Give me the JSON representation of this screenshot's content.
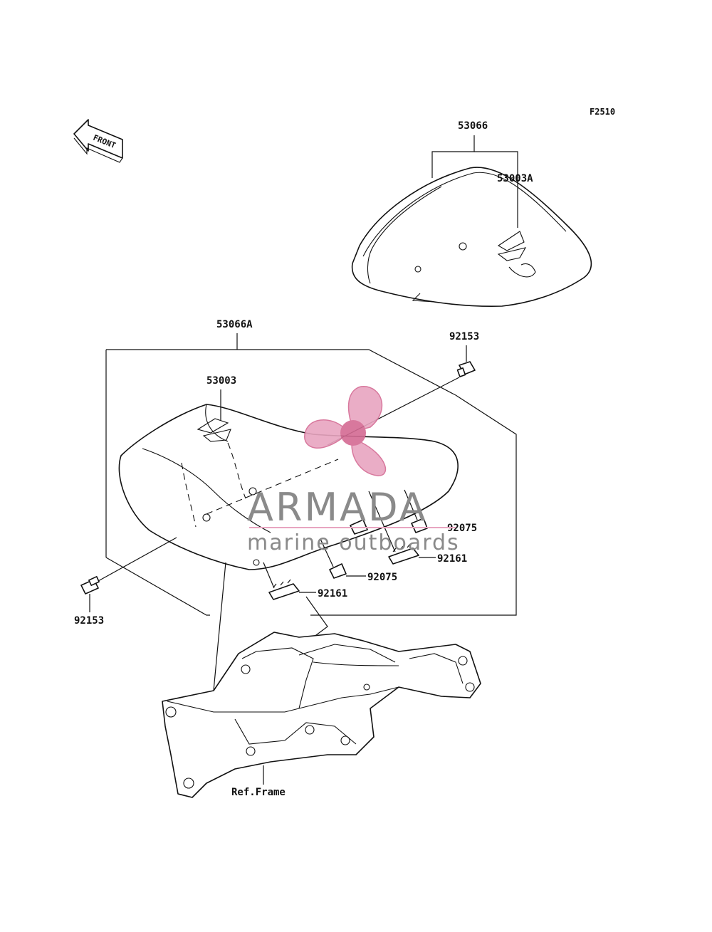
{
  "figure_code": "F2510",
  "front_arrow_label": "FRONT",
  "parts": {
    "rear_seat_assy": "53066",
    "rear_seat_cover": "53003A",
    "front_seat_assy": "53066A",
    "front_seat_cover": "53003",
    "bolt_right": "92153",
    "bolt_left": "92153",
    "damper_right": "92075",
    "damper_center": "92075",
    "clip_right": "92161",
    "clip_center": "92161",
    "frame_ref": "Ref.Frame"
  },
  "watermark": {
    "brand": "ARMADA",
    "tagline": "marine outboards",
    "logo_color": "#e8a5c0",
    "accent_color": "#d46a93"
  }
}
